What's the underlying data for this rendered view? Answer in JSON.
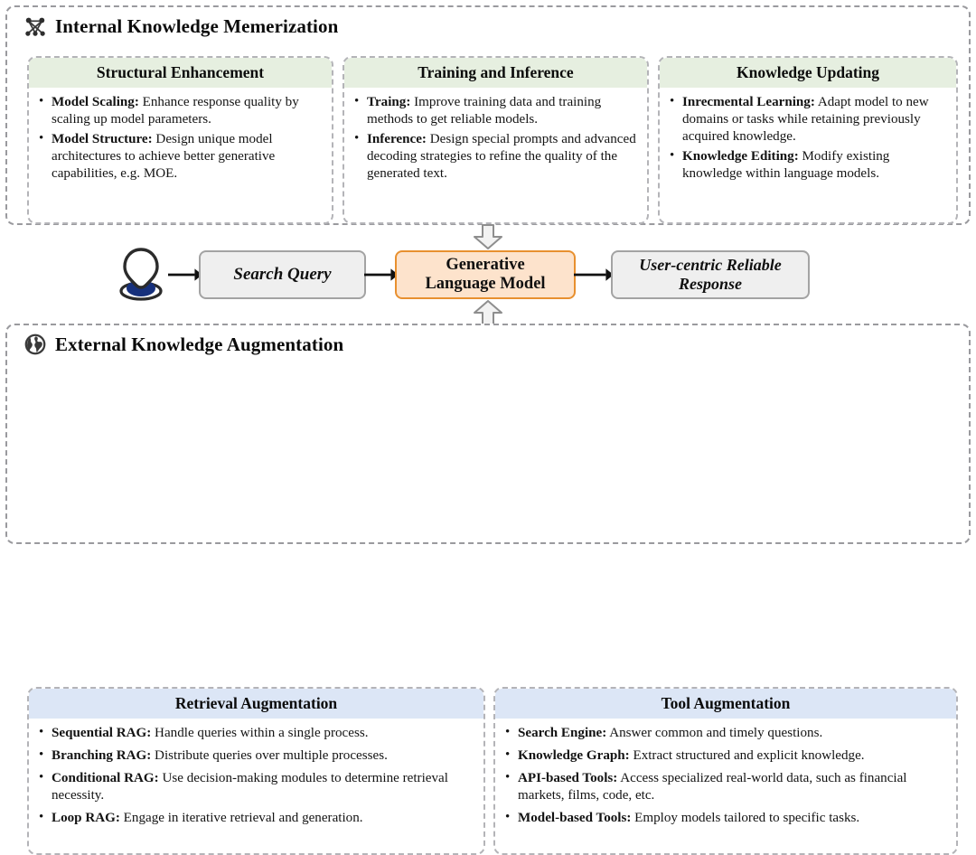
{
  "sections": {
    "internal": {
      "title": "Internal Knowledge Memerization",
      "icon": "network-graph-icon",
      "cards": [
        {
          "heading": "Structural Enhancement",
          "bullets": [
            {
              "term": "Model Scaling:",
              "text": " Enhance response quality by scaling up model parameters."
            },
            {
              "term": "Model Structure:",
              "text": " Design unique model architectures to achieve better generative capabilities, e.g. MOE."
            }
          ]
        },
        {
          "heading": "Training and Inference",
          "bullets": [
            {
              "term": "Traing:",
              "text": " Improve training data and training methods to get reliable models."
            },
            {
              "term": "Inference:",
              "text": " Design special prompts and advanced decoding strategies to refine the quality of the generated text."
            }
          ]
        },
        {
          "heading": "Knowledge Updating",
          "bullets": [
            {
              "term": "Inrecmental Learning:",
              "text": " Adapt model to new domains or tasks while retaining previously acquired knowledge."
            },
            {
              "term": "Knowledge Editing:",
              "text": " Modify existing knowledge within language models."
            }
          ]
        }
      ]
    },
    "external": {
      "title": "External Knowledge Augmentation",
      "icon": "globe-icon",
      "cards": [
        {
          "heading": "Retrieval Augmentation",
          "bullets": [
            {
              "term": "Sequential RAG:",
              "text": " Handle queries within a single process."
            },
            {
              "term": "Branching RAG:",
              "text": " Distribute queries over multiple processes."
            },
            {
              "term": "Conditional RAG:",
              "text": " Use decision-making modules to determine retrieval necessity."
            },
            {
              "term": "Loop RAG:",
              "text": " Engage in iterative retrieval and generation."
            }
          ]
        },
        {
          "heading": "Tool Augmentation",
          "bullets": [
            {
              "term": "Search Engine:",
              "text": " Answer common and timely questions."
            },
            {
              "term": "Knowledge Graph:",
              "text": " Extract structured and explicit knowledge."
            },
            {
              "term": "API-based Tools:",
              "text": " Access specialized real-world data, such as financial markets, films, code, etc."
            },
            {
              "term": "Model-based Tools:",
              "text": " Employ models tailored to specific tasks."
            }
          ]
        }
      ]
    }
  },
  "flow": {
    "user_icon": "user-person-icon",
    "search_query": "Search Query",
    "generative_model_line1": "Generative",
    "generative_model_line2": "Language Model",
    "response_line1": "User-centric Reliable",
    "response_line2": "Response",
    "arrow_down_icon": "block-arrow-down-icon",
    "arrow_up_icon": "block-arrow-up-icon"
  },
  "colors": {
    "green_header": "#e6efe0",
    "blue_header": "#dce6f6",
    "model_border": "#e8902f",
    "model_fill": "#fde3cc",
    "box_fill": "#efefef",
    "dashed_border": "#9a9a9e"
  }
}
